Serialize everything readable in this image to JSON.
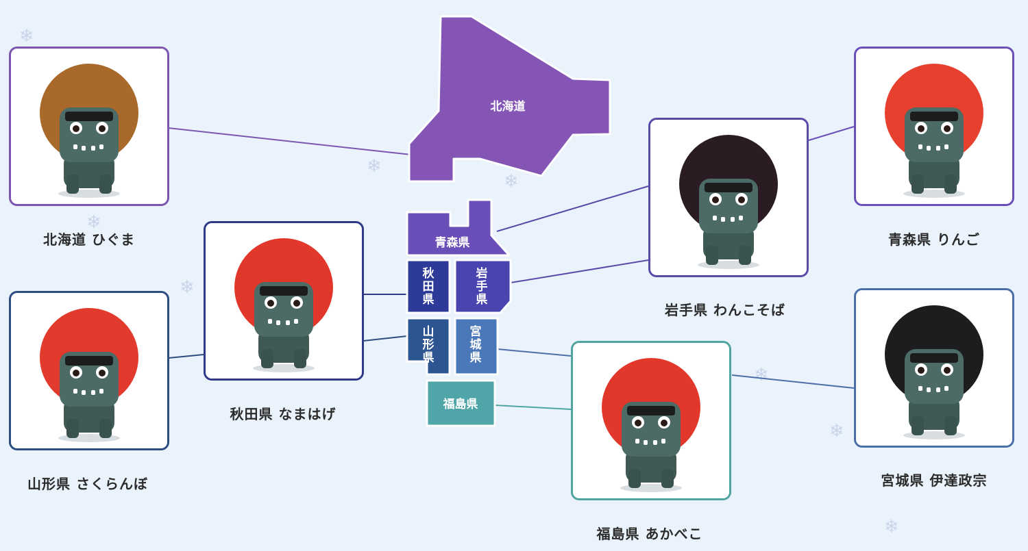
{
  "map": {
    "prefectures": [
      {
        "id": "hokkaido",
        "name": "北海道",
        "color": "#8455b5"
      },
      {
        "id": "aomori",
        "name": "青森県",
        "color": "#6a4fb8"
      },
      {
        "id": "akita",
        "name": "秋田県",
        "color": "#2e3a98"
      },
      {
        "id": "iwate",
        "name": "岩手県",
        "color": "#4a44b0"
      },
      {
        "id": "yamagata",
        "name": "山形県",
        "color": "#2d5592"
      },
      {
        "id": "miyagi",
        "name": "宮城県",
        "color": "#4a78b8"
      },
      {
        "id": "fukushima",
        "name": "福島県",
        "color": "#4fa5a8"
      }
    ]
  },
  "items": [
    {
      "id": "hokkaido",
      "label": "北海道 ひぐま",
      "border": "#7b55b0",
      "costume": "#a8692a"
    },
    {
      "id": "aomori",
      "label": "青森県 りんご",
      "border": "#6a4fb8",
      "costume": "#e8402f"
    },
    {
      "id": "iwate",
      "label": "岩手県 わんこそば",
      "border": "#5a4aa8",
      "costume": "#2a1c22"
    },
    {
      "id": "akita",
      "label": "秋田県 なまはげ",
      "border": "#2e3a88",
      "costume": "#e2382c"
    },
    {
      "id": "yamagata",
      "label": "山形県 さくらんぼ",
      "border": "#2c4d80",
      "costume": "#e23a2c"
    },
    {
      "id": "fukushima",
      "label": "福島県 あかべこ",
      "border": "#4fa5a0",
      "costume": "#e2382c"
    },
    {
      "id": "miyagi",
      "label": "宮城県 伊達政宗",
      "border": "#4a6fa8",
      "costume": "#1d1d1f"
    }
  ]
}
